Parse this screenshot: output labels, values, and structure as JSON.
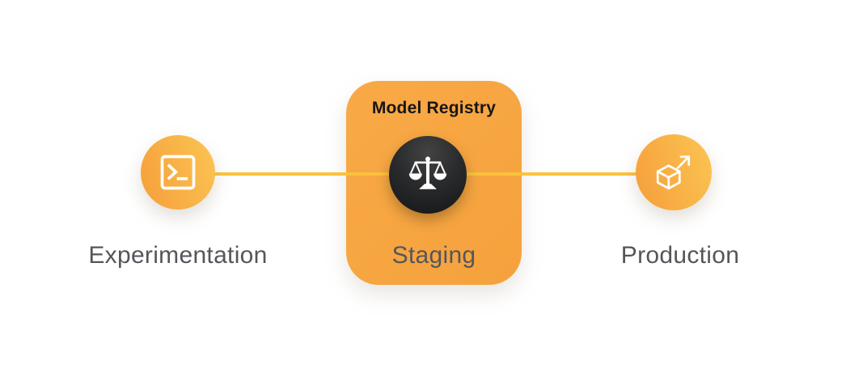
{
  "diagram": {
    "nodes": {
      "experimentation": {
        "label": "Experimentation",
        "icon": "terminal-icon"
      },
      "model_registry": {
        "title": "Model Registry",
        "stage": "Staging",
        "icon": "scales-icon"
      },
      "production": {
        "label": "Production",
        "icon": "cube-arrow-icon"
      }
    },
    "colors": {
      "background": "#FFFFFF",
      "connector": "#FBC23C",
      "node_fill_start": "#F6A03B",
      "node_fill_end": "#FBC352",
      "registry_box_fill": "#F7A542",
      "badge_dark_top": "#434343",
      "badge_dark_bottom": "#141518",
      "icon_stroke": "#FFFFFF",
      "title_text": "#161616",
      "label_text": "#55565B"
    }
  }
}
